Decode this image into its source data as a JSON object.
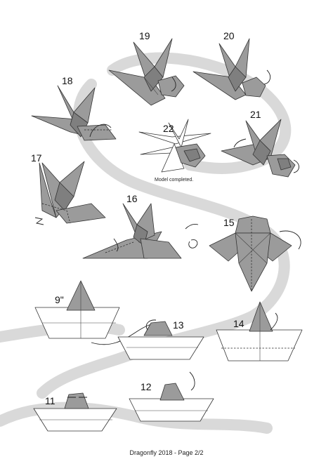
{
  "steps": {
    "s9": "9\"",
    "s11": "11",
    "s12": "12",
    "s13": "13",
    "s14": "14",
    "s15": "15",
    "s16": "16",
    "s17": "17",
    "s18": "18",
    "s19": "19",
    "s20": "20",
    "s21": "21",
    "s22": "22"
  },
  "completion_note": "Model completed.",
  "footer": "Dragonfly 2018 - Page 2/2",
  "colors": {
    "paper_color": "#9b9b9b",
    "paper_back": "#ffffff",
    "background_path": "#d9d9d9"
  },
  "icons": [
    "fold-arrow-icon",
    "rotate-icon",
    "turn-over-icon"
  ]
}
